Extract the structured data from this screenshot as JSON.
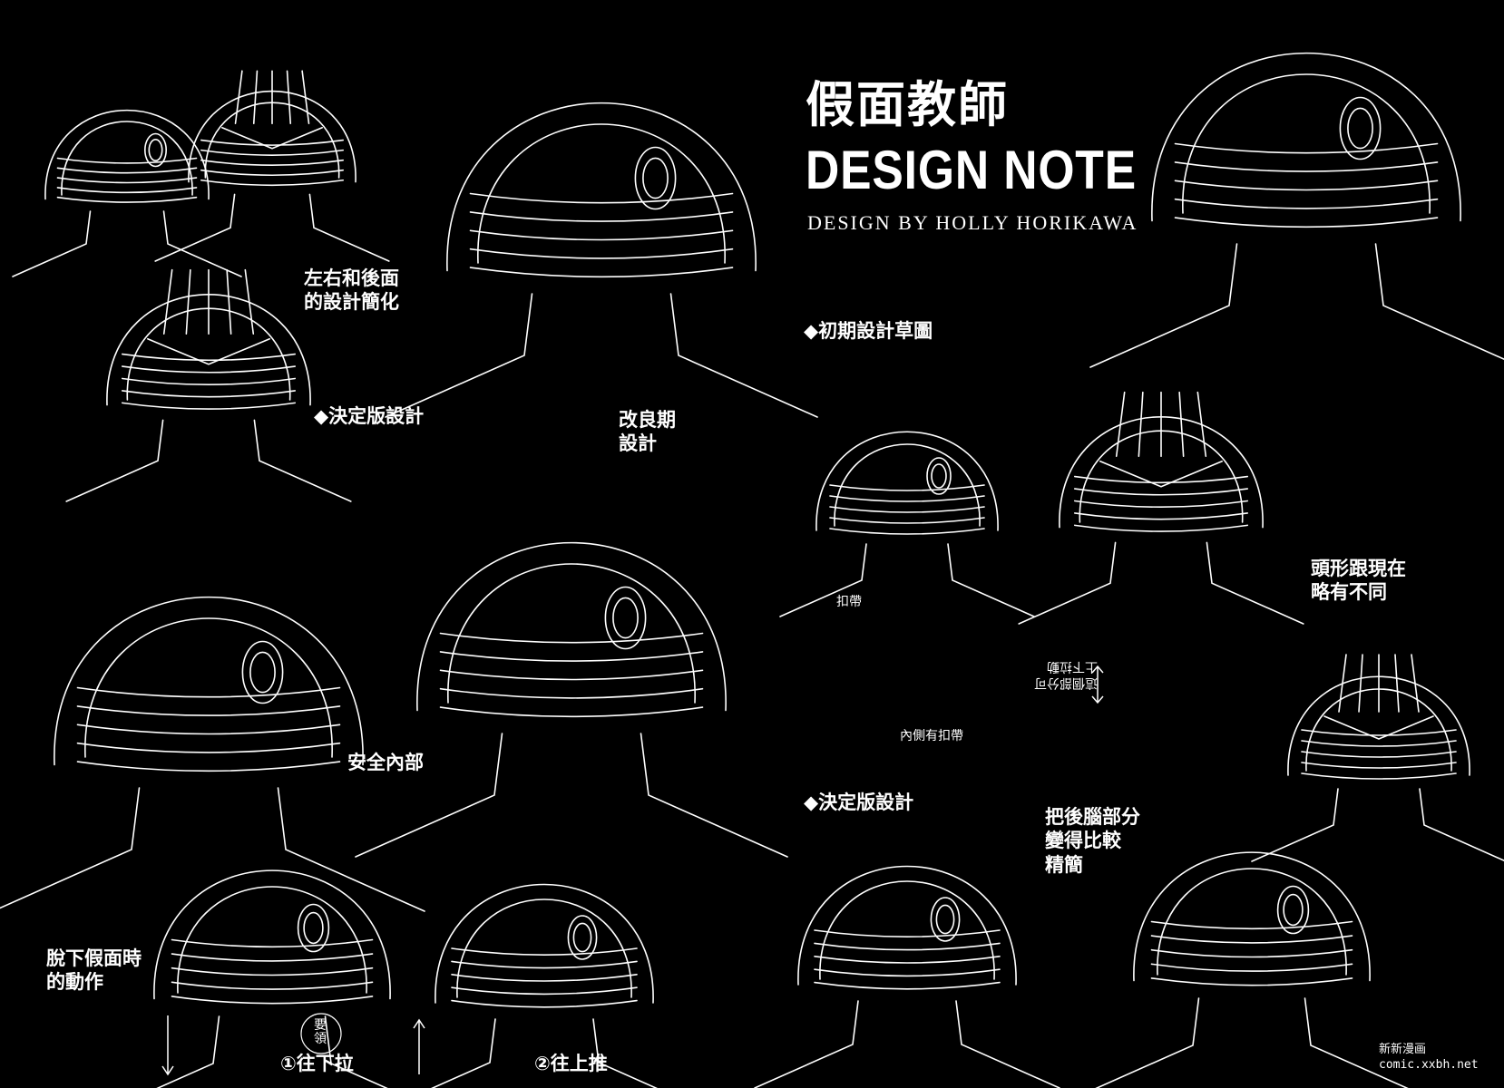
{
  "header": {
    "title_cn": "假面教師",
    "title_en": "DESIGN NOTE",
    "byline": "DESIGN BY HOLLY HORIKAWA"
  },
  "left_page": {
    "simplified_note": "左右和後面\n的設計簡化",
    "final_design": "◆決定版設計",
    "improved_note": "改良期\n設計",
    "interior_note": "安全內部",
    "removal_note": "脫下假面時\n的動作",
    "tip_badge": "要領",
    "step1": "①往下拉",
    "step2": "②往上推"
  },
  "right_page": {
    "early_sketch": "◆初期設計草圖",
    "head_shape_note": "頭形跟現在\n略有不同",
    "strap_note": "扣帶",
    "inner_strap_note": "內側有扣帶",
    "movable_note": "這個部分可\n上下拉動",
    "final_design": "◆決定版設計",
    "back_note": "把後腦部分\n變得比較\n精簡"
  },
  "watermark": {
    "name": "新新漫画",
    "url": "comic.xxbh.net"
  }
}
